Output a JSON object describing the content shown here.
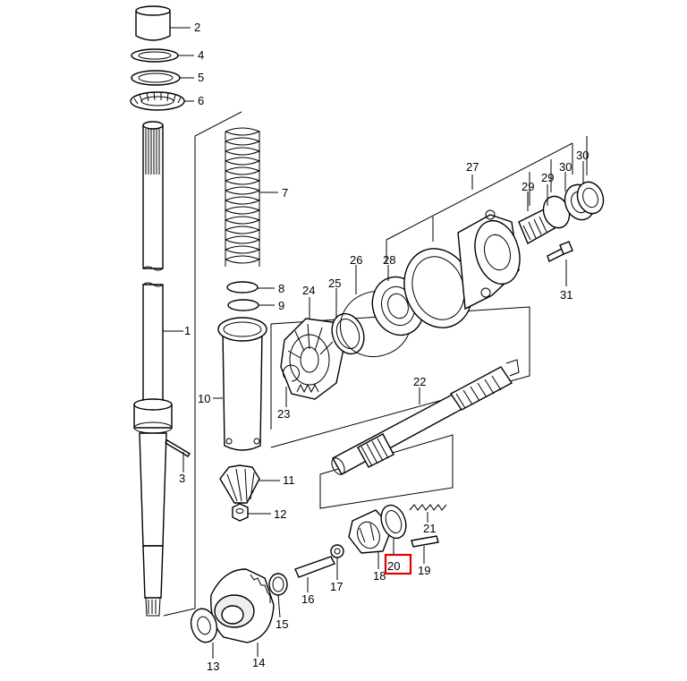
{
  "labels": {
    "p1": "1",
    "p2": "2",
    "p3": "3",
    "p4": "4",
    "p5": "5",
    "p6": "6",
    "p7": "7",
    "p8": "8",
    "p9": "9",
    "p10": "10",
    "p11": "11",
    "p12": "12",
    "p13": "13",
    "p14": "14",
    "p15": "15",
    "p16": "16",
    "p17": "17",
    "p18": "18",
    "p19": "19",
    "p20": "20",
    "p21": "21",
    "p22": "22",
    "p23": "23",
    "p24": "24",
    "p25": "25",
    "p26": "26",
    "p27": "27",
    "p28": "28",
    "p29a": "29",
    "p29b": "29",
    "p30a": "30",
    "p30b": "30",
    "p31": "31"
  },
  "highlighted_part": "20",
  "highlight_color": "#e00000"
}
